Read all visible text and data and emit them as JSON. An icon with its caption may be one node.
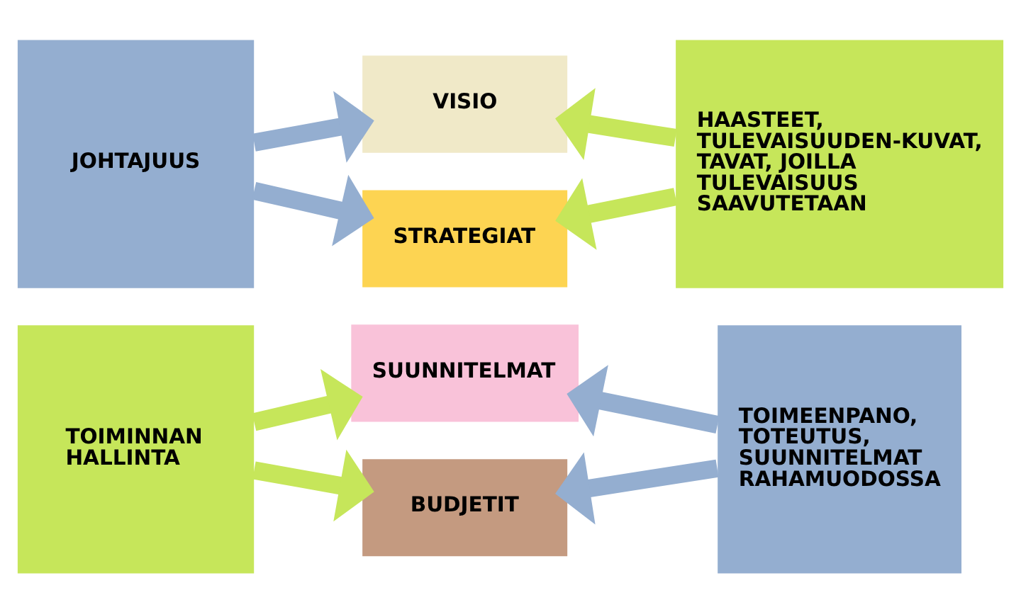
{
  "diagram": {
    "nodes": [
      {
        "text": [
          "JOHTAJUUS"
        ]
      },
      {
        "text": [
          "VISIO"
        ]
      },
      {
        "text": [
          "STRATEGIAT"
        ]
      },
      {
        "text": [
          "HAASTEET, TULEVAISUUDEN-KUVAT, TAVAT, JOILLA TULEVAISUUS SAAVUTETAAN"
        ]
      },
      {
        "text": [
          "TOIMINNAN HALLINTA"
        ]
      },
      {
        "text": [
          "SUUNNITELMAT"
        ]
      },
      {
        "text": [
          "BUDJETIT"
        ]
      },
      {
        "text": [
          "TOIMEENPANO, TOTEUTUS, SUUNNITELMAT RAHAMUODOSSA"
        ]
      }
    ],
    "edges": [
      {
        "from": 0,
        "to": 1,
        "arrow": "to",
        "color": "#94aed0"
      },
      {
        "from": 0,
        "to": 2,
        "arrow": "to",
        "color": "#94aed0"
      },
      {
        "from": 3,
        "to": 1,
        "arrow": "to",
        "color": "#c6e65a"
      },
      {
        "from": 3,
        "to": 2,
        "arrow": "to",
        "color": "#c6e65a"
      },
      {
        "from": 4,
        "to": 5,
        "arrow": "to",
        "color": "#c6e65a"
      },
      {
        "from": 4,
        "to": 6,
        "arrow": "to",
        "color": "#c6e65a"
      },
      {
        "from": 7,
        "to": 5,
        "arrow": "to",
        "color": "#94aed0"
      },
      {
        "from": 7,
        "to": 6,
        "arrow": "to",
        "color": "#94aed0"
      }
    ]
  }
}
